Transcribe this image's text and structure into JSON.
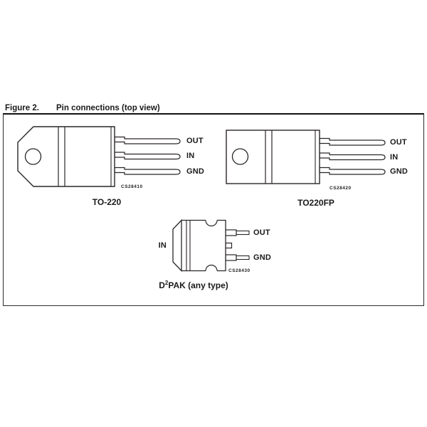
{
  "figure": {
    "label": "Figure 2.",
    "title": "Pin connections (top view)"
  },
  "packages": {
    "to220": {
      "name": "TO-220",
      "code": "CS28410",
      "pins": [
        "OUT",
        "IN",
        "GND"
      ]
    },
    "to220fp": {
      "name": "TO220FP",
      "code": "CS28420",
      "pins": [
        "OUT",
        "IN",
        "GND"
      ]
    },
    "d2pak": {
      "name_d": "D",
      "name_sup": "2",
      "name_rest": "PAK (any type)",
      "code": "CS28430",
      "pin_in": "IN",
      "pin_out": "OUT",
      "pin_gnd": "GND"
    }
  },
  "colors": {
    "line": "#2a2627",
    "text": "#1a1a1a",
    "background": "#ffffff"
  }
}
